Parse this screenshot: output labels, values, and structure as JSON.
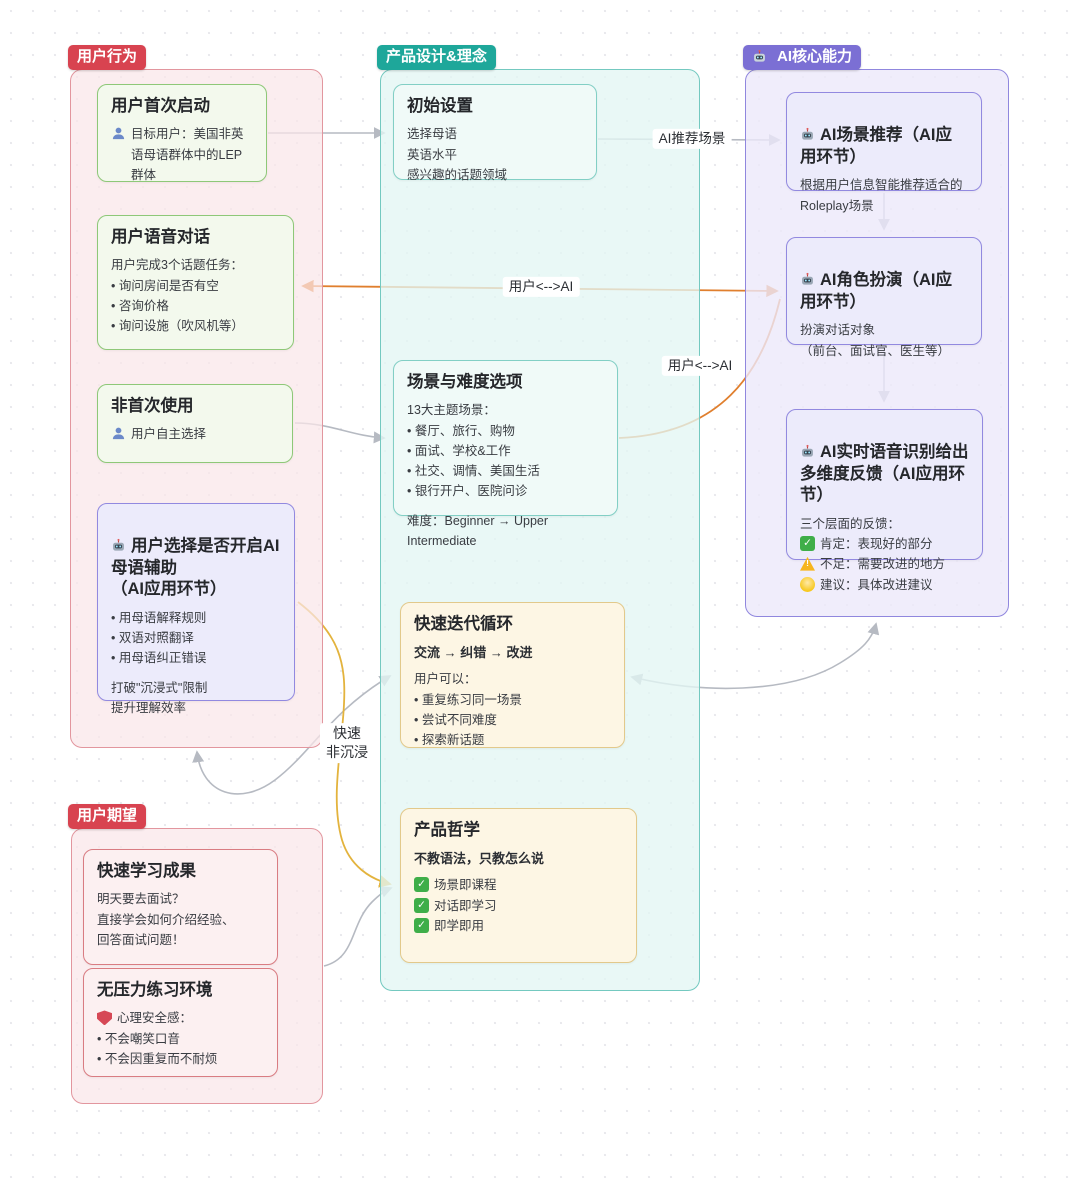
{
  "colors": {
    "tag_red": "#d84350",
    "tag_teal": "#1ea79a",
    "tag_purple": "#7b6fd4",
    "arrow_gray": "#b6bac2",
    "arrow_orange": "#e07f2e",
    "arrow_yellow": "#e3b33d",
    "check_green": "#3fae49",
    "warning_yellow": "#f6b51e"
  },
  "tags": {
    "user_behavior": "用户行为",
    "product_design": "产品设计&理念",
    "ai_core": "AI核心能力",
    "user_expectation": "用户期望"
  },
  "edge_labels": {
    "ai_recommend_scene": "AI推荐场景",
    "user_ai_top": "用户<-->AI",
    "user_ai_mid": "用户<-->AI",
    "fast_non_immersive": "快速\n非沉浸"
  },
  "nodes": {
    "first_launch": {
      "title": "用户首次启动",
      "icon": "person-icon",
      "person_line": "目标用户：美国非英语母语群体中的LEP群体"
    },
    "voice_dialog": {
      "title": "用户语音对话",
      "lines": [
        "用户完成3个话题任务：",
        "• 询问房间是否有空",
        "• 咨询价格",
        "• 询问设施（吹风机等）"
      ]
    },
    "not_first_use": {
      "title": "非首次使用",
      "icon": "person-icon",
      "person_line": "用户自主选择"
    },
    "native_assist": {
      "icon": "robot-icon",
      "title": "用户选择是否开启AI母语辅助\n（AI应用环节）",
      "lines": [
        "• 用母语解释规则",
        "• 双语对照翻译",
        "• 用母语纠正错误"
      ],
      "note": "打破\"沉浸式\"限制\n提升理解效率"
    },
    "quick_results": {
      "title": "快速学习成果",
      "lines": [
        "明天要去面试？",
        "直接学会如何介绍经验、",
        "回答面试问题！"
      ]
    },
    "no_pressure": {
      "title": "无压力练习环境",
      "shield_icon": "shield-icon",
      "shield_line": "心理安全感：",
      "lines": [
        "• 不会嘲笑口音",
        "• 不会因重复而不耐烦"
      ]
    },
    "initial_setup": {
      "title": "初始设置",
      "lines": [
        "选择母语",
        "英语水平",
        "感兴趣的话题领域"
      ]
    },
    "scene_difficulty": {
      "title": "场景与难度选项",
      "lines": [
        "13大主题场景：",
        "• 餐厅、旅行、购物",
        "• 面试、学校&工作",
        "• 社交、调情、美国生活",
        "• 银行开户、医院问诊"
      ],
      "difficulty": "难度：Beginner → Upper Intermediate"
    },
    "iteration_loop": {
      "title": "快速迭代循环",
      "subtitle": "交流 → 纠错 → 改进",
      "lines": [
        "用户可以：",
        "• 重复练习同一场景",
        "• 尝试不同难度",
        "• 探索新话题"
      ]
    },
    "philosophy": {
      "title": "产品哲学",
      "subtitle": "不教语法，只教怎么说",
      "checks": [
        {
          "icon": "check-icon",
          "text": "场景即课程"
        },
        {
          "icon": "check-icon",
          "text": "对话即学习"
        },
        {
          "icon": "check-icon",
          "text": "即学即用"
        }
      ]
    },
    "ai_scene_rec": {
      "icon": "robot-icon",
      "title": "AI场景推荐（AI应用环节）",
      "body": "根据用户信息智能推荐适合的Roleplay场景"
    },
    "ai_roleplay": {
      "icon": "robot-icon",
      "title": "AI角色扮演（AI应用环节）",
      "body": "扮演对话对象\n（前台、面试官、医生等）"
    },
    "ai_feedback": {
      "icon": "robot-icon",
      "title": "AI实时语音识别给出多维度反馈（AI应用环节）",
      "intro": "三个层面的反馈：",
      "feedback": [
        {
          "icon": "check-icon",
          "text": "肯定：表现好的部分"
        },
        {
          "icon": "warning-icon",
          "text": "不足：需要改进的地方"
        },
        {
          "icon": "bulb-icon",
          "text": "建议：具体改进建议"
        }
      ]
    }
  }
}
